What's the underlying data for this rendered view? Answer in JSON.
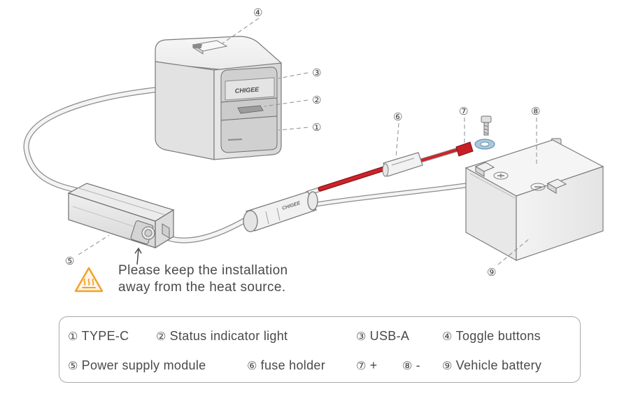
{
  "callouts": {
    "c1": "①",
    "c2": "②",
    "c3": "③",
    "c4": "④",
    "c5": "⑤",
    "c6": "⑥",
    "c7": "⑦",
    "c8": "⑧",
    "c9": "⑨"
  },
  "device": {
    "brand": "CHIGEE"
  },
  "connector": {
    "brand": "CHIGEE"
  },
  "warning": {
    "line1": "Please keep the installation",
    "line2": "away from the heat source."
  },
  "legend": [
    {
      "num": "①",
      "label": "TYPE-C"
    },
    {
      "num": "②",
      "label": "Status indicator light"
    },
    {
      "num": "③",
      "label": "USB-A"
    },
    {
      "num": "④",
      "label": "Toggle buttons"
    },
    {
      "num": "⑤",
      "label": "Power supply module"
    },
    {
      "num": "⑥",
      "label": "fuse holder"
    },
    {
      "num": "⑦",
      "label": "+"
    },
    {
      "num": "⑧",
      "label": "-"
    },
    {
      "num": "⑨",
      "label": "Vehicle battery"
    }
  ],
  "colors": {
    "positive_wire": "#d0232a",
    "warning": "#f2a12e",
    "ring_terminal": "#8ab4cf"
  }
}
